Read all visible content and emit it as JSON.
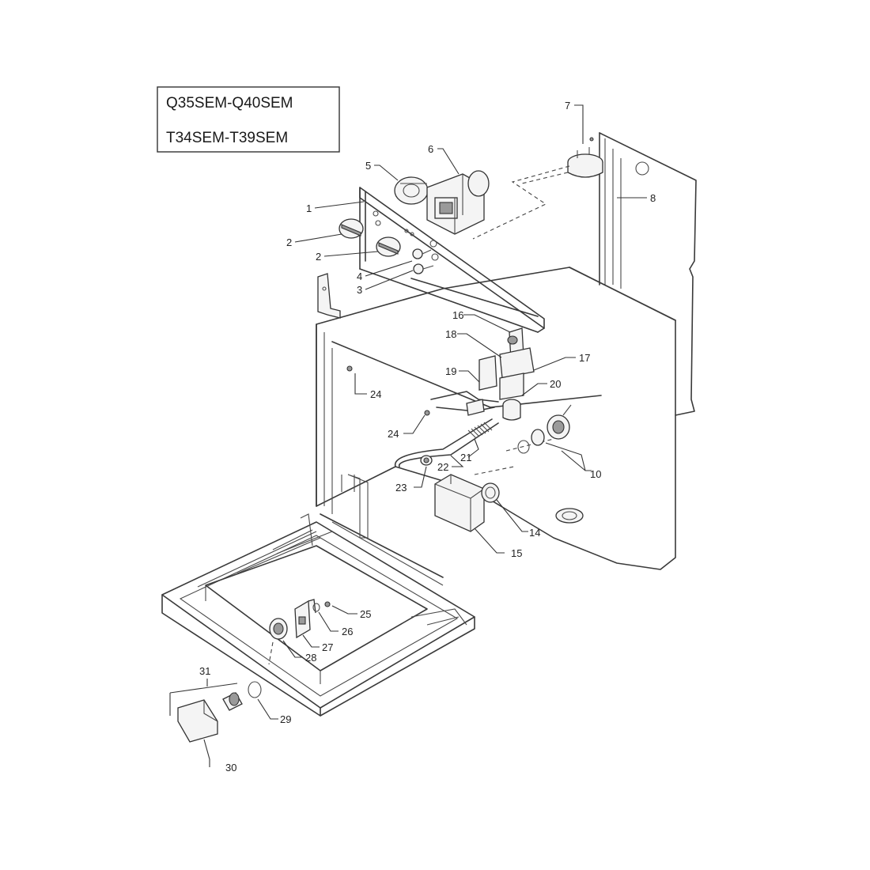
{
  "models": [
    "Q35SEM-Q40SEM",
    "T34SEM-T39SEM"
  ],
  "callouts": {
    "c1": "1",
    "c2a": "2",
    "c2b": "2",
    "c3": "3",
    "c4": "4",
    "c5": "5",
    "c6": "6",
    "c7": "7",
    "c8": "8",
    "c10": "10",
    "c14": "14",
    "c15": "15",
    "c16": "16",
    "c17": "17",
    "c18": "18",
    "c19": "19",
    "c20": "20",
    "c21": "21",
    "c22": "22",
    "c23": "23",
    "c24a": "24",
    "c24b": "24",
    "c25": "25",
    "c26": "26",
    "c27": "27",
    "c28": "28",
    "c29": "29",
    "c30": "30",
    "c31": "31"
  }
}
